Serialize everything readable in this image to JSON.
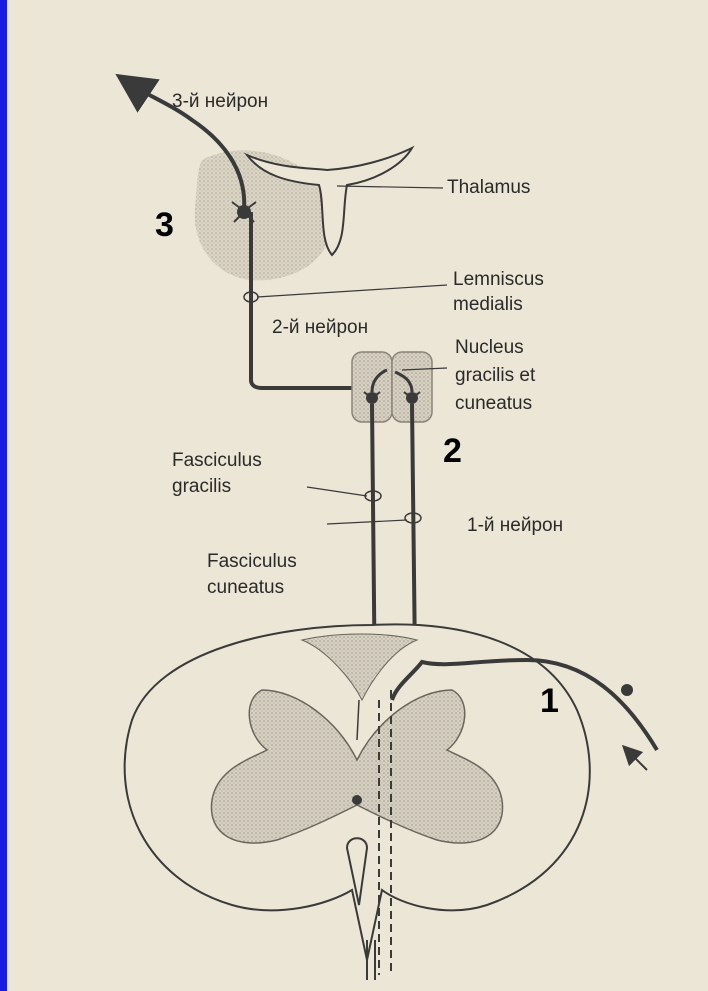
{
  "labels": {
    "neuron3": "3-й нейрон",
    "thalamus": "Thalamus",
    "lemniscus_line1": "Lemniscus",
    "lemniscus_line2": "medialis",
    "neuron2": "2-й нейрон",
    "nucleus_line1": "Nucleus",
    "nucleus_line2": "gracilis et",
    "nucleus_line3": "cuneatus",
    "fasc_gracilis_line1": "Fasciculus",
    "fasc_gracilis_line2": "gracilis",
    "neuron1": "1-й нейрон",
    "fasc_cuneatus_line1": "Fasciculus",
    "fasc_cuneatus_line2": "cuneatus"
  },
  "numbers": {
    "n1": "1",
    "n2": "2",
    "n3": "3"
  },
  "colors": {
    "frame": "#1a1ae0",
    "paper": "#ece6d6",
    "ink": "#3a3a3a",
    "grey_matter": "#cfc9bb"
  }
}
